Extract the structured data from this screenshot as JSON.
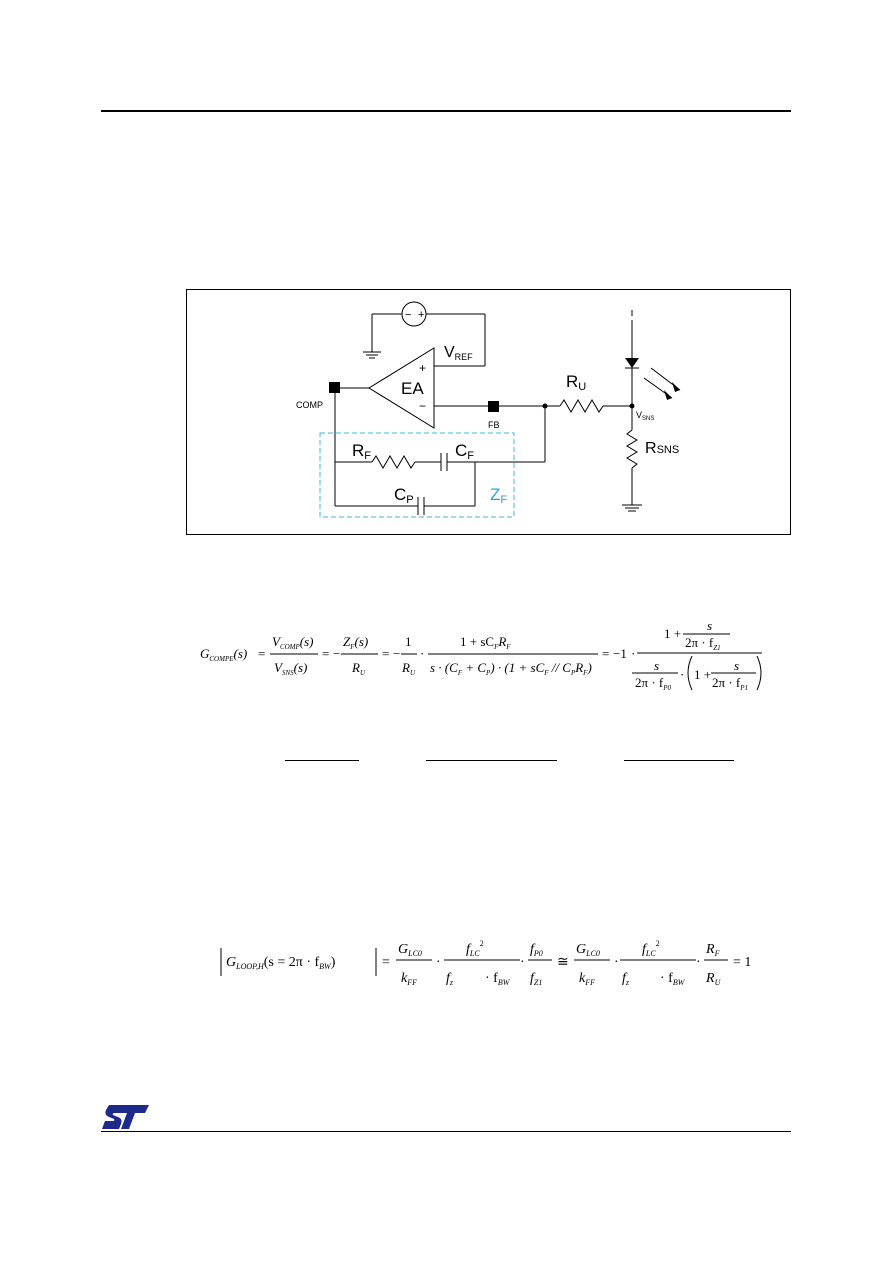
{
  "circuit": {
    "labels": {
      "source_minus": "−",
      "source_plus": "+",
      "vref_main": "V",
      "vref_sub": "REF",
      "opamp_plus": "+",
      "opamp_minus": "−",
      "opamp_name": "EA",
      "comp_pin": "COMP",
      "fb_pin": "FB",
      "ru_main": "R",
      "ru_sub": "U",
      "rf_main": "R",
      "rf_sub": "F",
      "cf_main": "C",
      "cf_sub": "F",
      "cp_main": "C",
      "cp_sub": "P",
      "zf_main": "Z",
      "zf_sub": "F",
      "vsns_main": "V",
      "vsns_sub": "SNS",
      "rsns_main": "R",
      "rsns_sub": "SNS"
    },
    "colors": {
      "wire": "#000000",
      "zf_box": "#3fb3d9",
      "zf_label": "#21a8d8"
    }
  },
  "equation1": {
    "lhs": "G",
    "lhs_sub": "COMPE",
    "arg_s": "(s)",
    "eq": "=",
    "v_comp": "V",
    "v_comp_sub": "COMP",
    "v_sns": "V",
    "v_sns_sub": "SNS",
    "minus": "−",
    "zf": "Z",
    "zf_sub": "F",
    "ru": "R",
    "ru_sub": "U",
    "one": "1",
    "dot": "·",
    "num3": "1 + sC",
    "num3_sub1": "F",
    "num3_r": "R",
    "num3_sub2": "F",
    "den3": "s · (C",
    "den3_a": "F",
    "den3_b": " + C",
    "den3_c": "P",
    "den3_d": ") · (1 + sC",
    "den3_e": "F",
    "den3_f": " // C",
    "den3_g": "P",
    "den3_h": "R",
    "den3_i": "F",
    "den3_j": ")",
    "neg_one": "−1",
    "s": "s",
    "two_pi": "2π · f",
    "fz1_sub": "Z1",
    "fp0_sub": "P0",
    "fp1_sub": "P1",
    "one_plus": "1 +"
  },
  "equation2": {
    "g_loop": "G",
    "g_loop_sub": "LOOP,H",
    "arg": "(s = 2π · f",
    "arg_sub": "BW",
    "arg_close": ")",
    "eq": "=",
    "g_lc0": "G",
    "g_lc0_sub": "LC0",
    "k_ff": "k",
    "k_ff_sub": "FF",
    "f_lc": "f",
    "f_lc_sub": "LC",
    "sq": "2",
    "f_z": "f",
    "f_z_sub": "z",
    "f_bw": "· f",
    "f_bw_sub": "BW",
    "f_p0": "f",
    "f_p0_sub": "P0",
    "f_z1": "f",
    "f_z1_sub": "Z1",
    "approx": "≅",
    "g_lc0b": "G",
    "g_lc0b_sub": "LC0",
    "k_ffb": "k",
    "k_ffb_sub": "FF",
    "f_lcb": "f",
    "f_lcb_sub": "LC",
    "sqb": "2",
    "f_zb": "f",
    "f_zb_sub": "z",
    "f_bwb": "· f",
    "f_bwb_sub": "BW",
    "r_f": "R",
    "r_f_sub": "F",
    "r_u": "R",
    "r_u_sub": "U",
    "eq_one": "= 1",
    "dot": "·"
  }
}
